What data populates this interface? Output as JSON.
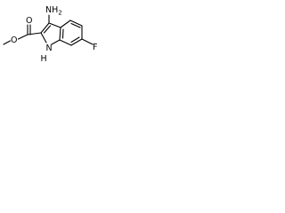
{
  "molecule": {
    "amino_label": "NH2",
    "amino_main": "NH",
    "amino_sub": "2",
    "fluoro_label": "F",
    "indole_nh_label": "NH",
    "indole_n": "N",
    "indole_h": "H",
    "carbonyl_o_label": "O",
    "ester_o_label": "O",
    "methyl_label": ""
  },
  "colors": {
    "bond": "#000000",
    "background": "#ffffff"
  }
}
